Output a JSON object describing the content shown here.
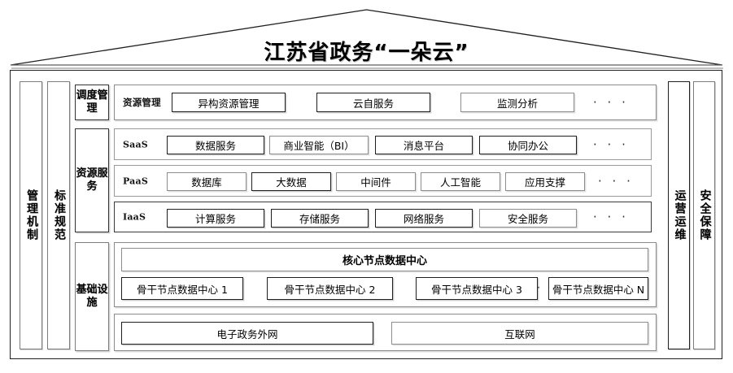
{
  "title": "江苏省政务“一朵云”",
  "ellipsis": "· · ·",
  "ellipsis_mid": "· ·",
  "pillars": {
    "left": [
      {
        "name": "management-mechanism",
        "label": "管理机制"
      },
      {
        "name": "standards-norms",
        "label": "标准规范"
      }
    ],
    "right": [
      {
        "name": "operations-maintenance",
        "label": "运营运维"
      },
      {
        "name": "security-assurance",
        "label": "安全保障"
      }
    ]
  },
  "sections": {
    "scheduling": {
      "label": "调度管理",
      "row_tag": "资源管理",
      "items": [
        {
          "label": "异构资源管理"
        },
        {
          "label": "云自服务"
        },
        {
          "label": "监测分析"
        }
      ]
    },
    "resource_services": {
      "label": "资源服务",
      "layers": [
        {
          "tag": "SaaS",
          "items": [
            {
              "label": "数据服务"
            },
            {
              "label": "商业智能（BI）"
            },
            {
              "label": "消息平台"
            },
            {
              "label": "协同办公"
            }
          ]
        },
        {
          "tag": "PaaS",
          "items": [
            {
              "label": "数据库"
            },
            {
              "label": "大数据"
            },
            {
              "label": "中间件"
            },
            {
              "label": "人工智能"
            },
            {
              "label": "应用支撑"
            }
          ]
        },
        {
          "tag": "IaaS",
          "items": [
            {
              "label": "计算服务"
            },
            {
              "label": "存储服务"
            },
            {
              "label": "网络服务"
            },
            {
              "label": "安全服务"
            }
          ]
        }
      ]
    },
    "infrastructure": {
      "label": "基础设施",
      "core_node": "核心节点数据中心",
      "backbone_nodes": [
        {
          "label": "骨干节点数据中心 1"
        },
        {
          "label": "骨干节点数据中心 2"
        },
        {
          "label": "骨干节点数据中心 3"
        },
        {
          "label": "骨干节点数据中心 N"
        }
      ],
      "networks": [
        {
          "label": "电子政务外网"
        },
        {
          "label": "互联网"
        }
      ]
    }
  },
  "colors": {
    "outline": "#231f20",
    "box_gray": "#8d8d8d",
    "shadow": "#dedede",
    "background": "#ffffff"
  }
}
